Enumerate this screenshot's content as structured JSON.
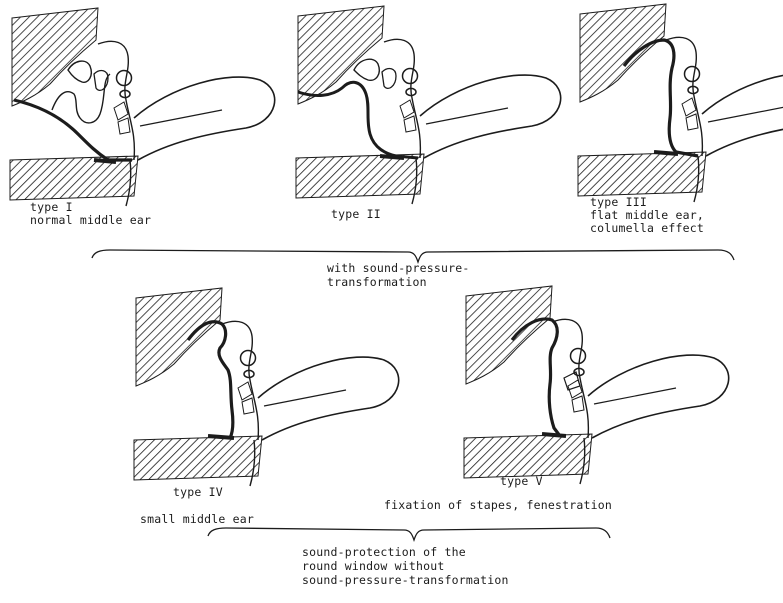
{
  "panels": [
    {
      "id": "type-1",
      "label_line1": "type I",
      "label_line2": "normal middle ear"
    },
    {
      "id": "type-2",
      "label_line1": "type II"
    },
    {
      "id": "type-3",
      "label_line1": "type III",
      "label_line2": "flat middle ear,",
      "label_line3": "columella effect"
    },
    {
      "id": "type-4",
      "label_line1": "type IV",
      "label_line2": "small middle ear"
    },
    {
      "id": "type-5",
      "label_line1": "type V",
      "label_line2": "fixation of stapes, fenestration"
    }
  ],
  "group_top": {
    "line1": "with sound-pressure-",
    "line2": "transformation"
  },
  "group_bottom": {
    "line1": "sound-protection of the",
    "line2": "round window without",
    "line3": "sound-pressure-transformation"
  },
  "colors": {
    "ink": "#1c1c1c",
    "background": "#ffffff"
  }
}
